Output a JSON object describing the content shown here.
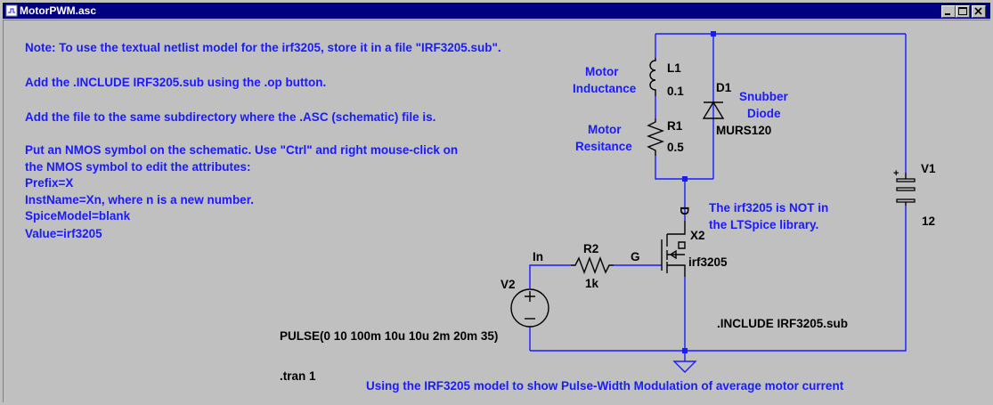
{
  "window": {
    "title": "MotorPWM.asc"
  },
  "notes": {
    "line1": "Note: To use the textual netlist model for the irf3205, store it in a file \"IRF3205.sub\".",
    "line2": "Add the .INCLUDE IRF3205.sub using the .op button.",
    "line3": "Add the file to the same subdirectory where the .ASC (schematic) file is.",
    "line4": "Put an NMOS symbol on the schematic. Use \"Ctrl\" and right mouse-click on",
    "line5": "the NMOS symbol to edit the attributes:",
    "line6": "Prefix=X",
    "line7": "InstName=Xn, where n is a new number.",
    "line8": "SpiceModel=blank",
    "line9": "Value=irf3205"
  },
  "components": {
    "L1": {
      "name": "L1",
      "value": "0.1"
    },
    "R1": {
      "name": "R1",
      "value": "0.5"
    },
    "D1": {
      "name": "D1",
      "value": "MURS120"
    },
    "V1": {
      "name": "V1",
      "value": "12",
      "plus": "+"
    },
    "R2": {
      "name": "R2",
      "value": "1k"
    },
    "X2": {
      "name": "X2",
      "value": "irf3205",
      "pin_d": "D"
    },
    "V2": {
      "name": "V2",
      "value": "PULSE(0 10 100m 10u 10u 2m 20m 35)"
    }
  },
  "comments": {
    "motor_inductance": [
      "Motor",
      "Inductance"
    ],
    "motor_resistance": [
      "Motor",
      "Resitance"
    ],
    "snubber_diode": [
      "Snubber",
      "Diode"
    ],
    "irf_note": [
      "The irf3205 is NOT in",
      "the LTSpice library."
    ],
    "footer": "Using the IRF3205 model to show Pulse-Width Modulation of average motor current"
  },
  "net_labels": {
    "input": "In",
    "gate": "G"
  },
  "directives": {
    "include": ".INCLUDE IRF3205.sub",
    "tran": ".tran 1"
  },
  "colors": {
    "wire": "#1a1aff",
    "titlebar": "#000080",
    "background": "#c0c0c0"
  }
}
